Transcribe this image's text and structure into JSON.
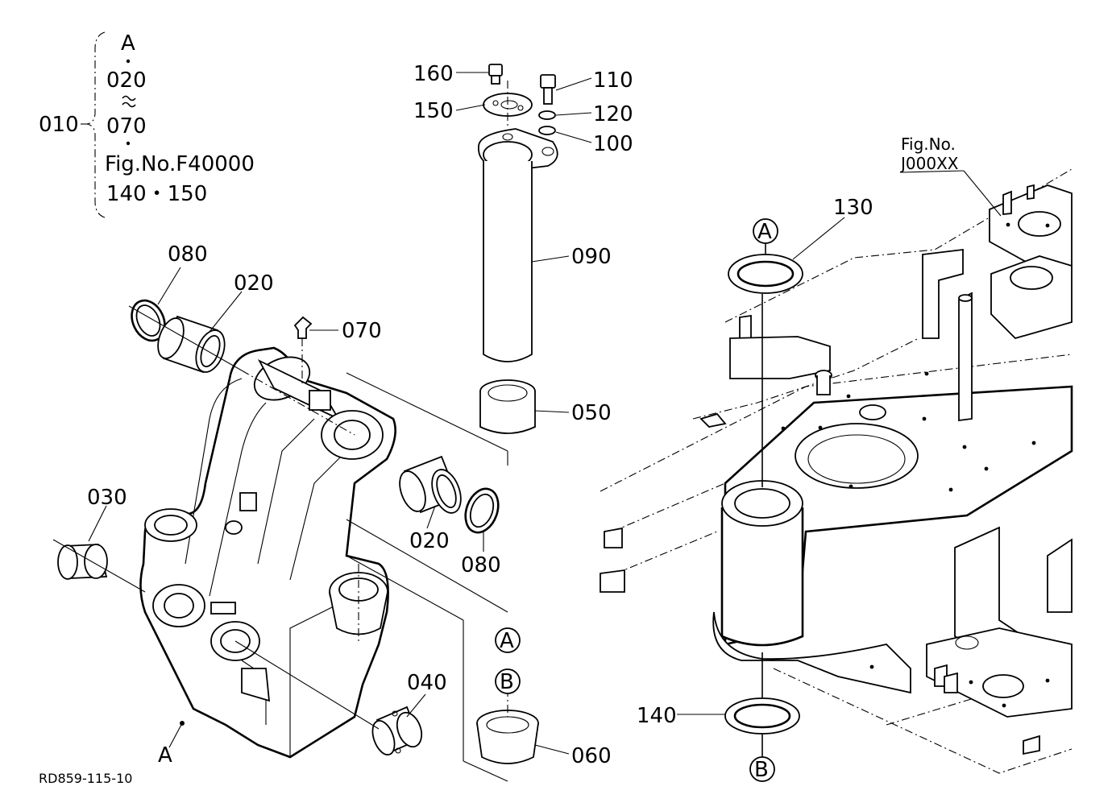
{
  "key_bracket": {
    "main_ref": "010",
    "lines": [
      "A",
      "020",
      "070",
      "Fig.No.F40000",
      "140・150"
    ]
  },
  "parts": {
    "p020a": "020",
    "p020b": "020",
    "p030": "030",
    "p040": "040",
    "p050": "050",
    "p060": "060",
    "p070": "070",
    "p080a": "080",
    "p080b": "080",
    "p090": "090",
    "p100": "100",
    "p110": "110",
    "p120": "120",
    "p130": "130",
    "p140": "140",
    "p150": "150",
    "p160": "160"
  },
  "markers": {
    "A_left": "A",
    "A_circle_mid": "A",
    "B_circle_mid": "B",
    "A_circle_right": "A",
    "B_circle_right": "B"
  },
  "figref": {
    "line1": "Fig.No.",
    "line2": "J000XX"
  },
  "drawing_code": "RD859-115-10"
}
